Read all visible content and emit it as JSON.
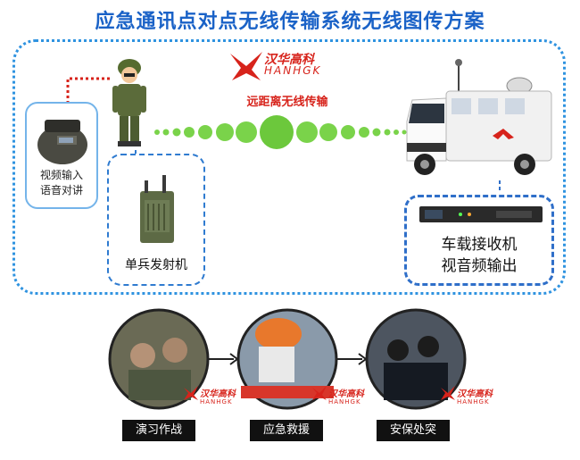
{
  "title": "应急通讯点对点无线传输系统无线图传方案",
  "brand": {
    "cn": "汉华高科",
    "en": "HANHGK",
    "color": "#d7231b"
  },
  "link_label": "远距离无线传输",
  "helmet_caption": {
    "line1": "视频输入",
    "line2": "语音对讲"
  },
  "transmitter_caption": "单兵发射机",
  "receiver_caption": {
    "line1": "车载接收机",
    "line2": "视音频输出"
  },
  "scenarios": [
    {
      "label": "演习作战",
      "icon": "soldiers-photo"
    },
    {
      "label": "应急救援",
      "icon": "fire-rescue-photo"
    },
    {
      "label": "安保处突",
      "icon": "police-photo"
    }
  ],
  "colors": {
    "title": "#1a62c7",
    "frame": "#2f93e0",
    "wave": "#7ad34a"
  }
}
